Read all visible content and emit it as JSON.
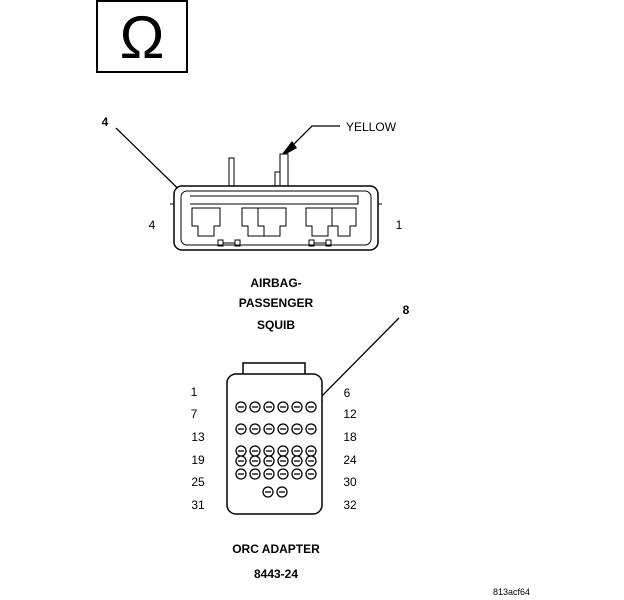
{
  "ohm_symbol": "Ω",
  "callouts": {
    "connector_callout": "4",
    "adapter_callout": "8",
    "wire_color": "YELLOW"
  },
  "squib_connector": {
    "left_pin": "4",
    "right_pin": "1",
    "title_lines": [
      "AIRBAG-",
      "PASSENGER",
      "SQUIB"
    ]
  },
  "orc_adapter": {
    "left_labels": [
      "1",
      "7",
      "13",
      "19",
      "25",
      "31"
    ],
    "right_labels": [
      "6",
      "12",
      "18",
      "24",
      "30",
      "32"
    ],
    "title": "ORC ADAPTER",
    "tool_number": "8443-24"
  },
  "figure_id": "813acf64"
}
